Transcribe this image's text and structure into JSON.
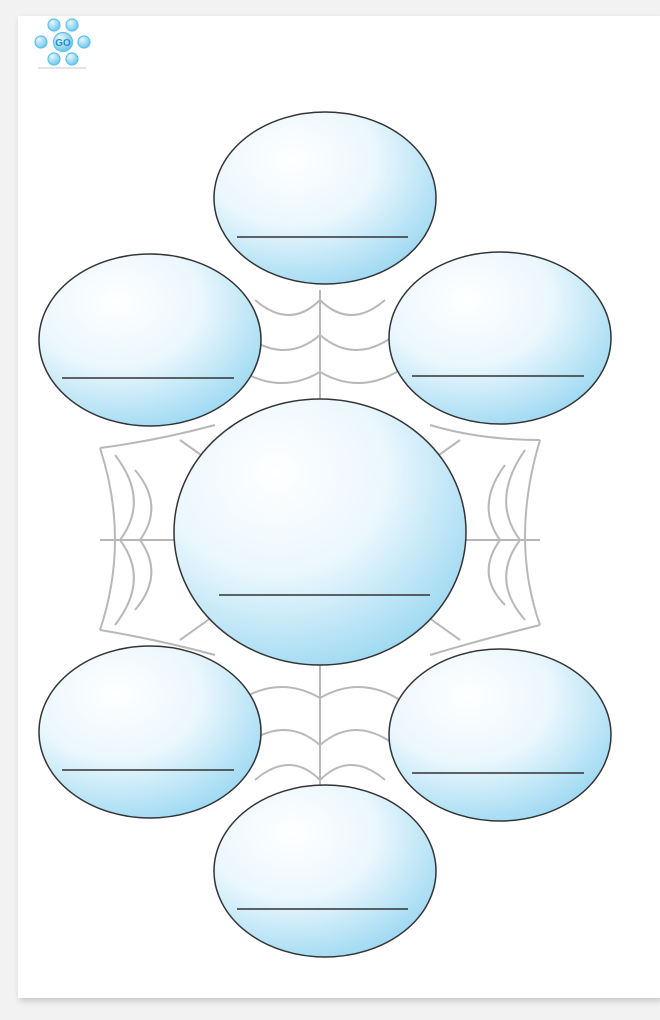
{
  "logo": {
    "text": "GO",
    "icon": "graphic-organizer-logo-icon"
  },
  "colors": {
    "bubble_highlight": "#ffffff",
    "bubble_fill": "#8fd3f0",
    "outline": "#333333",
    "web": "#b8b8b8",
    "logo_blue": "#5fc1ec"
  },
  "diagram": {
    "type": "spider-web graphic organizer",
    "center_bubble": {
      "blank_lines": 1
    },
    "outer_bubbles": [
      {
        "position": "top",
        "blank_lines": 1
      },
      {
        "position": "upper-left",
        "blank_lines": 1
      },
      {
        "position": "upper-right",
        "blank_lines": 1
      },
      {
        "position": "lower-left",
        "blank_lines": 1
      },
      {
        "position": "lower-right",
        "blank_lines": 1
      },
      {
        "position": "bottom",
        "blank_lines": 1
      }
    ]
  }
}
